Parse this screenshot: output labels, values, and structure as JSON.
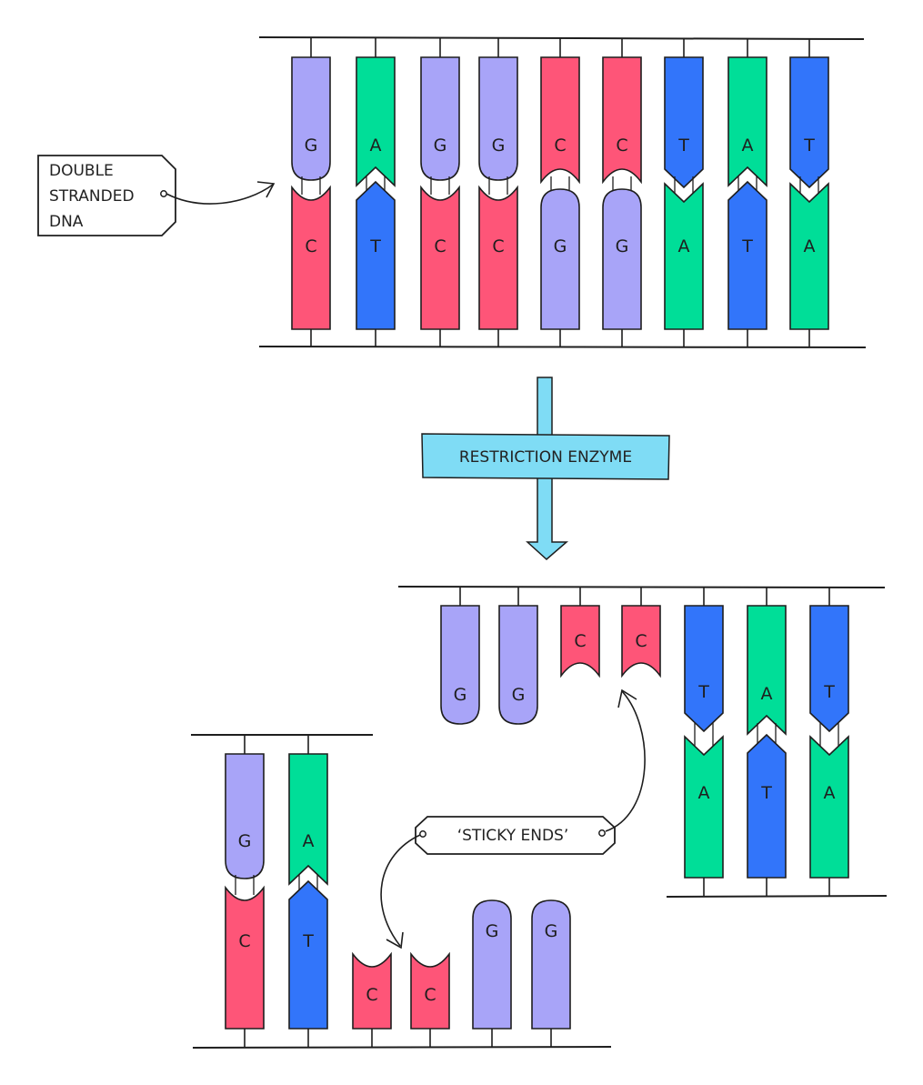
{
  "colors": {
    "G": "#a8a4f8",
    "C": "#fe5578",
    "A": "#00de98",
    "T": "#3275fa",
    "enzyme_arrow": "#7fdcf5",
    "outline": "#1e1e1e"
  },
  "labels": {
    "double_stranded": [
      "DOUBLE",
      "STRANDED",
      "DNA"
    ],
    "enzyme": "RESTRICTION   ENZYME",
    "sticky_ends": "‘STICKY   ENDS’"
  },
  "sequences": {
    "original_top": [
      "G",
      "A",
      "G",
      "G",
      "C",
      "C",
      "T",
      "A",
      "T"
    ],
    "original_bottom": [
      "C",
      "T",
      "C",
      "C",
      "G",
      "G",
      "A",
      "T",
      "A"
    ],
    "right_fragment_top": [
      "G",
      "G",
      "C",
      "C",
      "T",
      "A",
      "T"
    ],
    "right_fragment_bottom": [
      "A",
      "T",
      "A"
    ],
    "left_fragment_top": [
      "G",
      "A"
    ],
    "left_fragment_bottom": [
      "C",
      "T",
      "C",
      "C",
      "G",
      "G"
    ]
  }
}
